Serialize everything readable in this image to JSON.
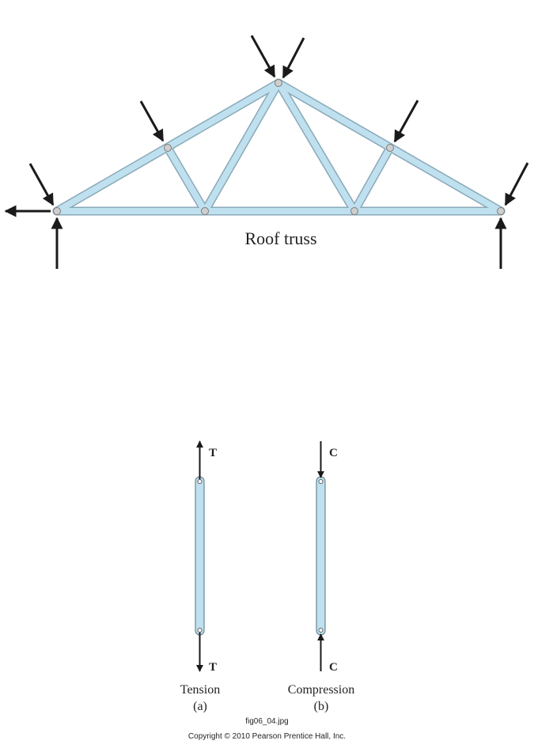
{
  "truss_title": "Roof truss",
  "tension": {
    "force_label": "T",
    "caption": "Tension",
    "sub": "(a)"
  },
  "compression": {
    "force_label": "C",
    "caption": "Compression",
    "sub": "(b)"
  },
  "file_name": "fig06_04.jpg",
  "copyright": "Copyright © 2010 Pearson Prentice Hall, Inc.",
  "colors": {
    "member_fill": "#bfe0ee",
    "member_edge": "#8aa9b8",
    "arrow": "#1a1a1a",
    "pin": "#c9c9c9"
  }
}
